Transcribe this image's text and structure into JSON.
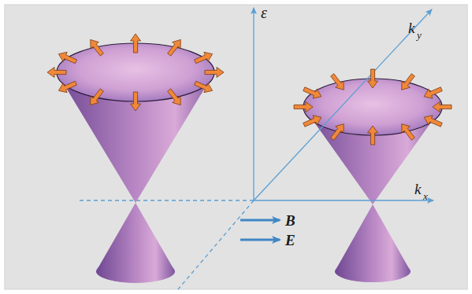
{
  "diagram": {
    "labels": [
      "ε",
      "k",
      "y",
      "k",
      "x",
      "B",
      "E"
    ]
  }
}
